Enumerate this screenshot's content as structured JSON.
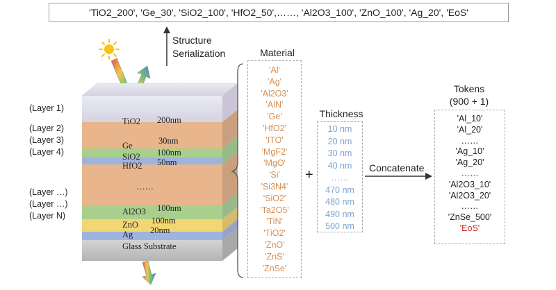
{
  "sequence": "'TiO2_200', 'Ge_30', 'SiO2_100', 'HfO2_50',……, 'Al2O3_100', 'ZnO_100', 'Ag_20', 'EoS'",
  "serialization_label_1": "Structure",
  "serialization_label_2": "Serialization",
  "layer_labels": [
    "(Layer 1)",
    "(Layer 2)",
    "(Layer 3)",
    "(Layer 4)",
    "(Layer …)",
    "(Layer …)",
    "(Layer N)"
  ],
  "stack": {
    "tio2_name": "TiO2",
    "tio2_thk": "200nm",
    "ge_name": "Ge",
    "ge_thk": "30nm",
    "sio2_name": "SiO2",
    "sio2_thk": "100nm",
    "hfo2_name": "HfO2",
    "hfo2_thk": "50nm",
    "ellipsis": "……",
    "al2o3_name": "Al2O3",
    "al2o3_thk": "100nm",
    "zno_name": "ZnO",
    "zno_thk": "100nm",
    "ag_name": "Ag",
    "ag_thk": "20nm",
    "glass": "Glass Substrate"
  },
  "material_header": "Material",
  "materials": [
    "'Al'",
    "'Ag'",
    "'Al2O3'",
    "'AlN'",
    "'Ge'",
    "'HfO2'",
    "'ITO'",
    "'MgF2'",
    "'MgO'",
    "'Si'",
    "'Si3N4'",
    "'SiO2'",
    "'Ta2O5'",
    "'TiN'",
    "'TiO2'",
    "'ZnO'",
    "'ZnS'",
    "'ZnSe'"
  ],
  "plus": "+",
  "thickness_header": "Thickness",
  "thicknesses": [
    "10 nm",
    "20 nm",
    "30 nm",
    "40 nm",
    "……",
    "470 nm",
    "480 nm",
    "490 nm",
    "500 nm"
  ],
  "concatenate_label": "Concatenate",
  "tokens_header_1": "Tokens",
  "tokens_header_2": "(900 + 1)",
  "tokens": [
    "'Al_10'",
    "'Al_20'",
    "……",
    "'Ag_10'",
    "'Ag_20'",
    "……",
    "'Al2O3_10'",
    "'Al2O3_20'",
    "……",
    "'ZnSe_500'",
    "'EoS'"
  ],
  "colors": {
    "tio2": "#ddd8e6",
    "ge": "#e8b58c",
    "sio2": "#a8d08c",
    "hfo2": "#9fb3df",
    "mid": "#e8b58c",
    "al2o3": "#a8d08c",
    "zno": "#f2d673",
    "ag": "#9fb3df",
    "glass": "#c8c8c8",
    "material_text": "#d48f55",
    "thickness_text": "#7ca3cf",
    "eos": "#cc2222"
  }
}
